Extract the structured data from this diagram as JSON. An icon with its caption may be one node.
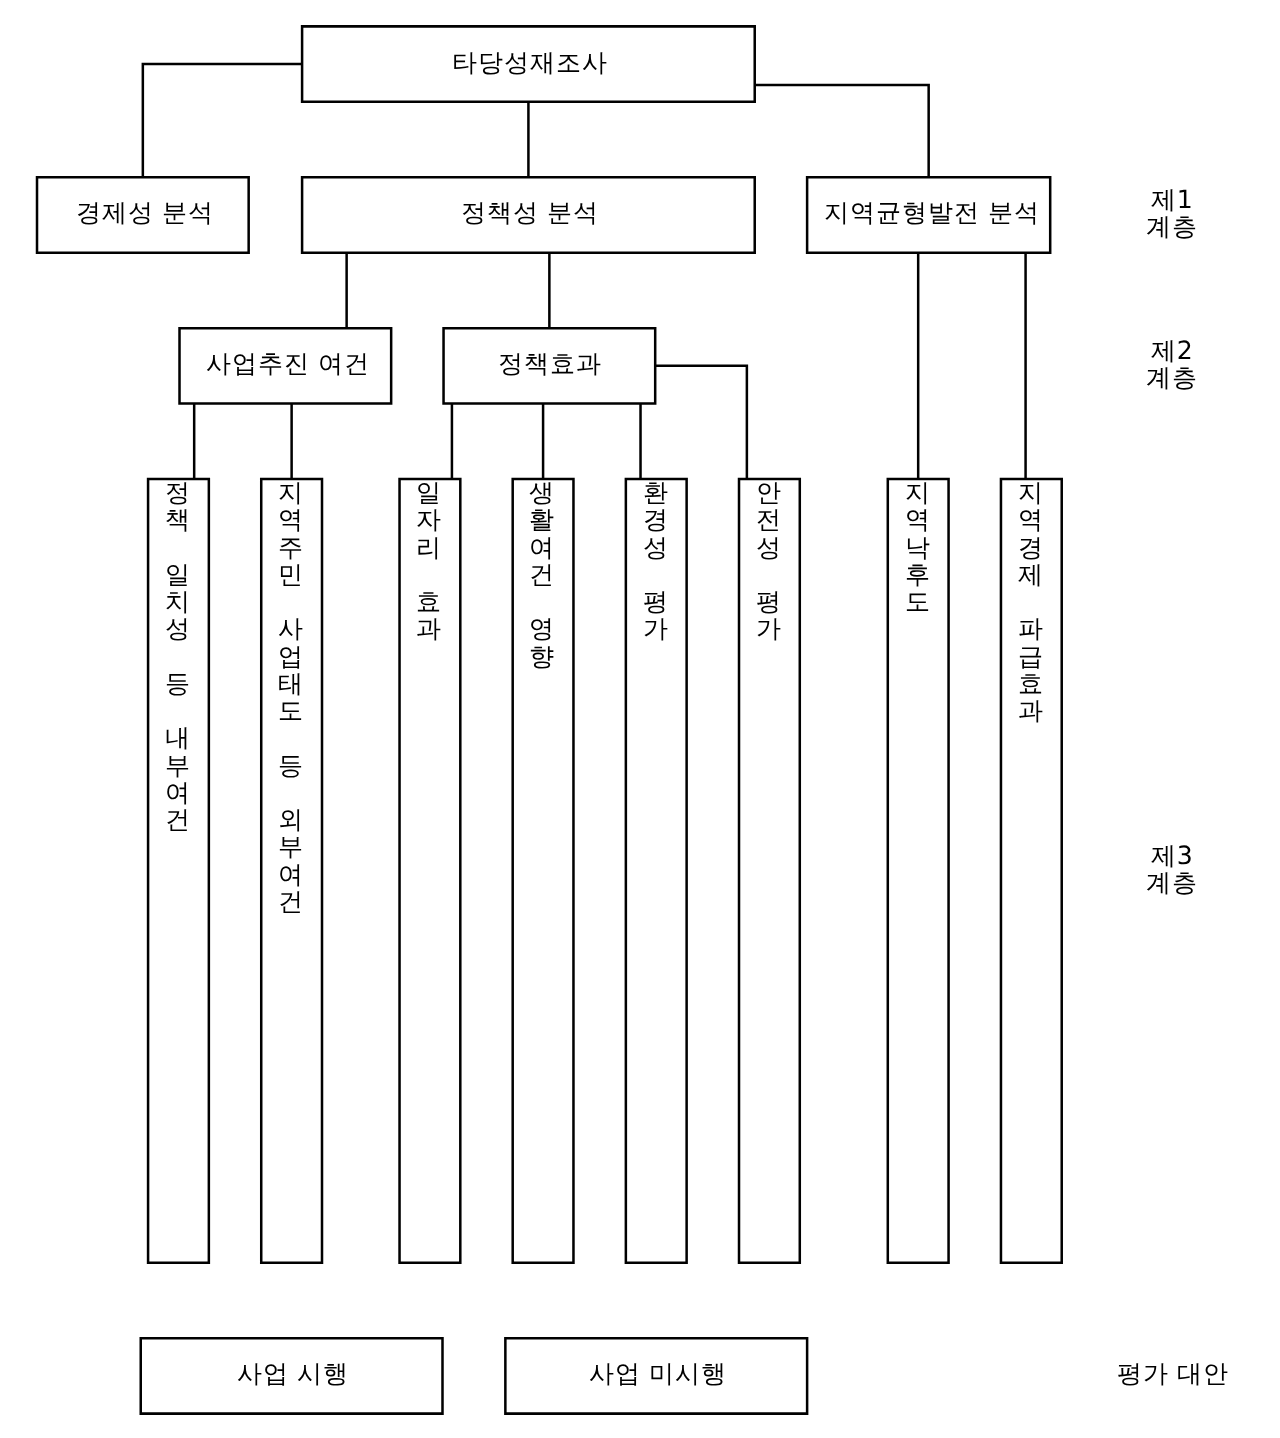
{
  "diagram": {
    "nodes": [
      {
        "text": [
          "타당성재조사"
        ]
      },
      {
        "text": [
          "경제성 분석"
        ]
      },
      {
        "text": [
          "정책성 분석"
        ]
      },
      {
        "text": [
          "지역균형발전 분석"
        ]
      },
      {
        "text": [
          "사업추진 여건"
        ]
      },
      {
        "text": [
          "정책효과"
        ]
      },
      {
        "text": [
          "정책 일치성 등 내부여건"
        ]
      },
      {
        "text": [
          "지역주민 사업태도 등 외부여건"
        ]
      },
      {
        "text": [
          "일자리 효과"
        ]
      },
      {
        "text": [
          "생활여건 영향"
        ]
      },
      {
        "text": [
          "환경성 평가"
        ]
      },
      {
        "text": [
          "안전성 평가"
        ]
      },
      {
        "text": [
          "지역낙후도"
        ]
      },
      {
        "text": [
          "지역경제 파급효과"
        ]
      },
      {
        "text": [
          "사업 시행"
        ]
      },
      {
        "text": [
          "사업 미시행"
        ]
      }
    ],
    "edges": [
      {
        "from": 0,
        "to": 1,
        "arrow": "none"
      },
      {
        "from": 0,
        "to": 2,
        "arrow": "none"
      },
      {
        "from": 0,
        "to": 3,
        "arrow": "none"
      },
      {
        "from": 2,
        "to": 4,
        "arrow": "none"
      },
      {
        "from": 2,
        "to": 5,
        "arrow": "none"
      },
      {
        "from": 4,
        "to": 6,
        "arrow": "none"
      },
      {
        "from": 4,
        "to": 7,
        "arrow": "none"
      },
      {
        "from": 5,
        "to": 8,
        "arrow": "none"
      },
      {
        "from": 5,
        "to": 9,
        "arrow": "none"
      },
      {
        "from": 5,
        "to": 10,
        "arrow": "none"
      },
      {
        "from": 5,
        "to": 11,
        "arrow": "none"
      },
      {
        "from": 3,
        "to": 12,
        "arrow": "none"
      },
      {
        "from": 3,
        "to": 13,
        "arrow": "none"
      }
    ],
    "labels": [
      "제1 계층",
      "제2 계층",
      "제3 계층",
      "평가 대안"
    ]
  }
}
